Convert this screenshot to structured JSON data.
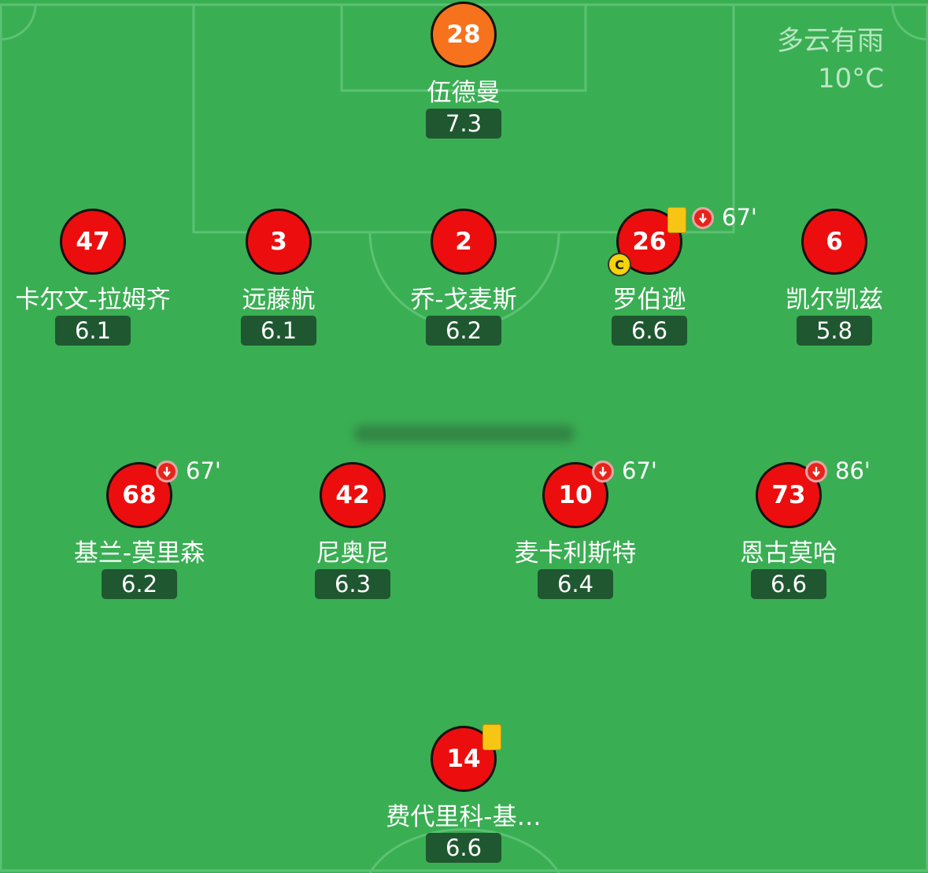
{
  "weather": {
    "condition": "多云有雨",
    "temperature": "10°C"
  },
  "colors": {
    "pitch": "#3aae53",
    "player": "#ec0e0e",
    "goalkeeper": "#f6721c",
    "rating_bg": "#1f5731",
    "card": "#f7c514"
  },
  "players": [
    {
      "number": "28",
      "name": "伍德曼",
      "rating": "7.3",
      "role": "goalkeeper"
    },
    {
      "number": "47",
      "name": "卡尔文-拉姆齐",
      "rating": "6.1"
    },
    {
      "number": "3",
      "name": "远藤航",
      "rating": "6.1"
    },
    {
      "number": "2",
      "name": "乔-戈麦斯",
      "rating": "6.2"
    },
    {
      "number": "26",
      "name": "罗伯逊",
      "rating": "6.6",
      "captain": "C",
      "yellow_card": true,
      "sub_icon": "sub-off-icon",
      "sub_minute": "67'"
    },
    {
      "number": "6",
      "name": "凯尔凯兹",
      "rating": "5.8"
    },
    {
      "number": "68",
      "name": "基兰-莫里森",
      "rating": "6.2",
      "sub_icon": "sub-off-icon",
      "sub_minute": "67'"
    },
    {
      "number": "42",
      "name": "尼奥尼",
      "rating": "6.3"
    },
    {
      "number": "10",
      "name": "麦卡利斯特",
      "rating": "6.4",
      "sub_icon": "sub-off-icon",
      "sub_minute": "67'"
    },
    {
      "number": "73",
      "name": "恩古莫哈",
      "rating": "6.6",
      "sub_icon": "sub-off-icon",
      "sub_minute": "86'"
    },
    {
      "number": "14",
      "name": "费代里科-基…",
      "rating": "6.6",
      "yellow_card": true
    }
  ]
}
